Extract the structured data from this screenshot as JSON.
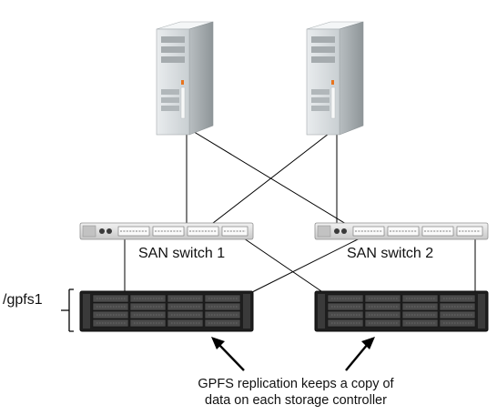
{
  "switches": [
    {
      "label": "SAN switch 1"
    },
    {
      "label": "SAN switch 2"
    }
  ],
  "filesystem": {
    "label": "/gpfs1"
  },
  "caption": {
    "line1": "GPFS replication keeps a copy of",
    "line2": "data on each storage controller"
  },
  "colors": {
    "server_light": "#eceff0",
    "server_dark": "#9fa5a8",
    "led": "#e8741e",
    "storage_body": "#1e1e1e",
    "line": "#000000"
  },
  "icons": [
    "server-icon",
    "san-switch-icon",
    "storage-controller-icon",
    "arrow-icon"
  ]
}
